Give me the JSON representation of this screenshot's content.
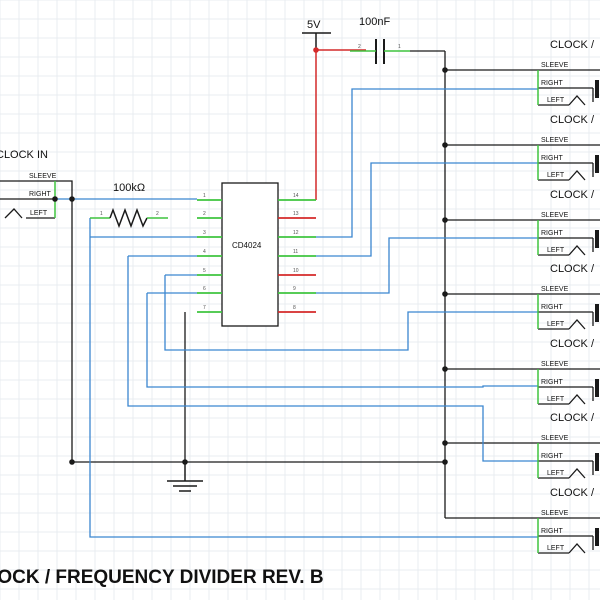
{
  "title": "CLOCK / FREQUENCY DIVIDER REV. B",
  "colors": {
    "grid": "#e9ecf1",
    "wire": "#1a1a1a",
    "signal": "#3b86d0",
    "power": "#d42a2a",
    "pin": "#3fc43f",
    "text": "#111111"
  },
  "power": {
    "label": "5V"
  },
  "capacitor": {
    "label": "100nF",
    "pin_left": "2",
    "pin_right": "1"
  },
  "resistor": {
    "label": "100kΩ",
    "pin_left": "1",
    "pin_right": "2"
  },
  "ic": {
    "name": "CD4024",
    "left_pins": [
      "1",
      "2",
      "3",
      "4",
      "5",
      "6",
      "7"
    ],
    "right_pins": [
      "14",
      "13",
      "12",
      "11",
      "10",
      "9",
      "8"
    ]
  },
  "input_jack": {
    "name": "CLOCK IN",
    "sleeve": "SLEEVE",
    "right": "RIGHT",
    "left": "LEFT"
  },
  "output_jacks": [
    {
      "name": "CLOCK /",
      "sleeve": "SLEEVE",
      "right": "RIGHT",
      "left": "LEFT"
    },
    {
      "name": "CLOCK /",
      "sleeve": "SLEEVE",
      "right": "RIGHT",
      "left": "LEFT"
    },
    {
      "name": "CLOCK /",
      "sleeve": "SLEEVE",
      "right": "RIGHT",
      "left": "LEFT"
    },
    {
      "name": "CLOCK /",
      "sleeve": "SLEEVE",
      "right": "RIGHT",
      "left": "LEFT"
    },
    {
      "name": "CLOCK /",
      "sleeve": "SLEEVE",
      "right": "RIGHT",
      "left": "LEFT"
    },
    {
      "name": "CLOCK /",
      "sleeve": "SLEEVE",
      "right": "RIGHT",
      "left": "LEFT"
    },
    {
      "name": "CLOCK /",
      "sleeve": "SLEEVE",
      "right": "RIGHT",
      "left": "LEFT"
    }
  ]
}
